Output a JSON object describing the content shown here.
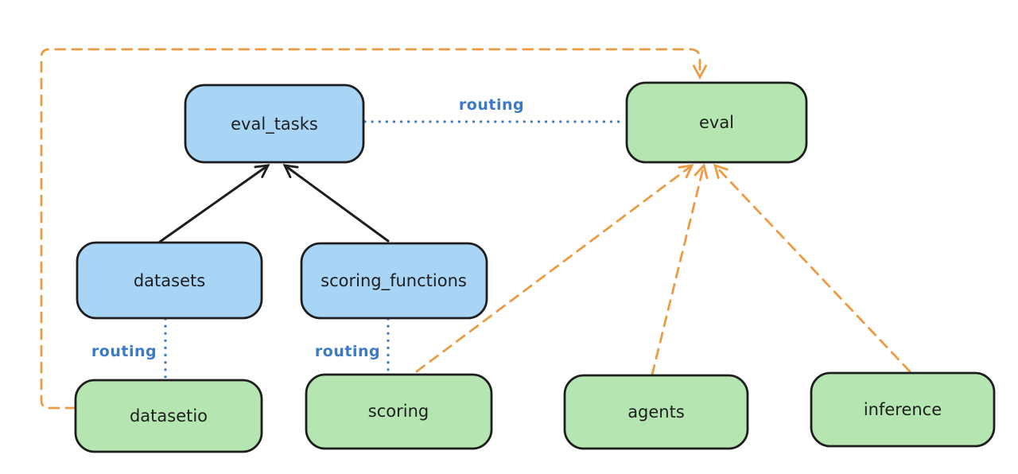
{
  "diagram": {
    "nodes": {
      "eval_tasks": {
        "label": "eval_tasks",
        "fill": "#a8d5f6"
      },
      "eval": {
        "label": "eval",
        "fill": "#b5e6b2"
      },
      "datasets": {
        "label": "datasets",
        "fill": "#a8d5f6"
      },
      "scoring_functions": {
        "label": "scoring_functions",
        "fill": "#a8d5f6"
      },
      "datasetio": {
        "label": "datasetio",
        "fill": "#b5e6b2"
      },
      "scoring": {
        "label": "scoring",
        "fill": "#b5e6b2"
      },
      "agents": {
        "label": "agents",
        "fill": "#b5e6b2"
      },
      "inference": {
        "label": "inference",
        "fill": "#b5e6b2"
      }
    },
    "edges": [
      {
        "from": "eval_tasks",
        "to": "eval",
        "style": "dotted-blue",
        "label": "routing"
      },
      {
        "from": "datasets",
        "to": "eval_tasks",
        "style": "solid-black-arrow",
        "label": ""
      },
      {
        "from": "scoring_functions",
        "to": "eval_tasks",
        "style": "solid-black-arrow",
        "label": ""
      },
      {
        "from": "datasets",
        "to": "datasetio",
        "style": "dotted-blue",
        "label": "routing"
      },
      {
        "from": "scoring_functions",
        "to": "scoring",
        "style": "dotted-blue",
        "label": "routing"
      },
      {
        "from": "datasetio",
        "to": "eval",
        "style": "dashed-orange-arrow",
        "label": ""
      },
      {
        "from": "scoring",
        "to": "eval",
        "style": "dashed-orange-arrow",
        "label": ""
      },
      {
        "from": "agents",
        "to": "eval",
        "style": "dashed-orange-arrow",
        "label": ""
      },
      {
        "from": "inference",
        "to": "eval",
        "style": "dashed-orange-arrow",
        "label": ""
      }
    ],
    "colors": {
      "node_blue_fill": "#a8d5f6",
      "node_green_fill": "#b5e6b2",
      "node_stroke": "#1e1e1e",
      "routing_blue": "#3c7ac5",
      "dependency_orange": "#ec9b43",
      "background": "#ffffff"
    }
  }
}
